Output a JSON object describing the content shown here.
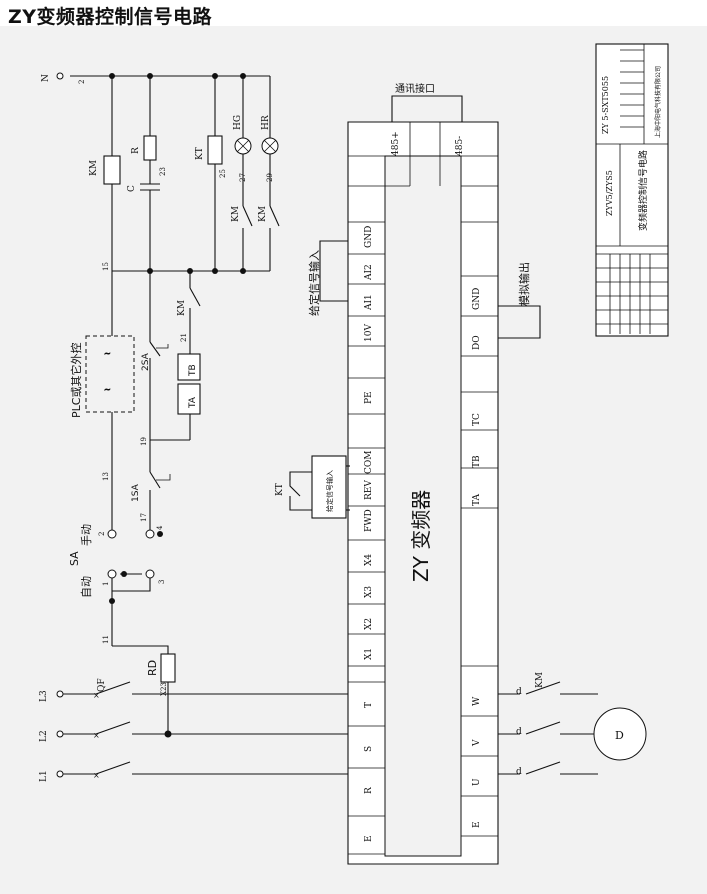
{
  "title": "ZY变频器控制信号电路",
  "main_label": "ZY  变频器",
  "comm_label": "通讯接口",
  "given_signal_label": "给定信号输入",
  "given_signal_small": "给定信号输入",
  "analog_out_label": "模拟输出",
  "plc_label": "PLC或其它外控",
  "manual_label": "手动",
  "auto_label": "自动",
  "inverter_terminals_left": [
    "GND",
    "AI2",
    "AI1",
    "10V",
    "PE",
    "COM",
    "REV",
    "FWD",
    "X4",
    "X3",
    "X2",
    "X1",
    "T",
    "S",
    "R",
    "E"
  ],
  "inverter_terminals_right": [
    "485+",
    "485-",
    "GND",
    "DO",
    "TC",
    "TB",
    "TA",
    "W",
    "V",
    "U",
    "E"
  ],
  "devices": {
    "N": "N",
    "L1": "L1",
    "L2": "L2",
    "L3": "L3",
    "QF": "QF",
    "RD": "RD",
    "KM": "KM",
    "R": "R",
    "C": "C",
    "KT": "KT",
    "HG": "HG",
    "HR": "HR",
    "SA": "SA",
    "SA1": "1SA",
    "SA2": "2SA",
    "TA": "TA",
    "TB": "TB",
    "D": "D"
  },
  "wire_numbers": {
    "w2": "2",
    "w23": "23",
    "w25": "25",
    "w27": "27",
    "w29": "29",
    "w15": "15",
    "w21": "21",
    "w19": "19",
    "w13": "13",
    "w17": "17",
    "w4": "4",
    "w1": "1",
    "w3": "3",
    "w11": "11",
    "wX23": "X23",
    "wsa2": "2"
  },
  "title_block": {
    "drawing_no": "ZY 5-SXT5055",
    "product": "ZYV5/ZYS5",
    "drawing_name": "变频器控制信号电路",
    "company": "上海中阳电气科技有限公司"
  }
}
